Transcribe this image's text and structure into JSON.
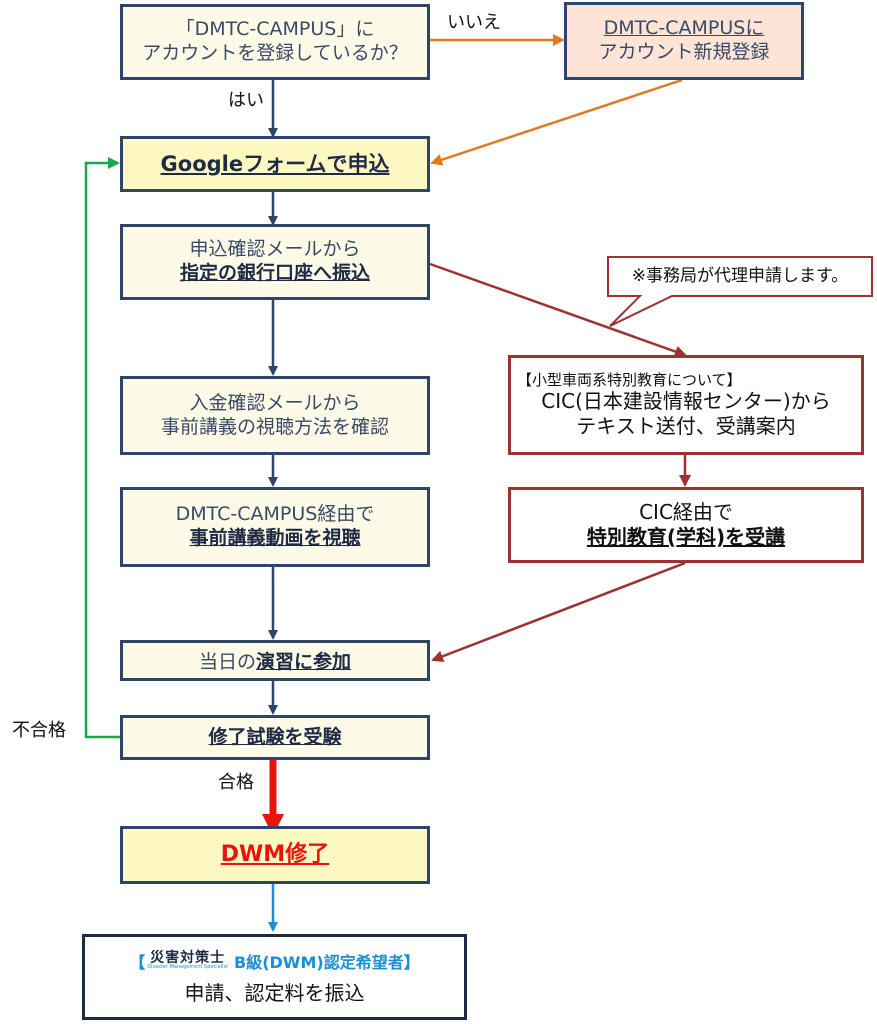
{
  "q1": {
    "line1": "「DMTC-CAMPUS」に",
    "line2": "アカウントを登録しているか？"
  },
  "register": {
    "line1": "DMTC-CAMPUSに",
    "line2": "アカウント新規登録"
  },
  "labels": {
    "no": "いいえ",
    "yes": "はい",
    "fail": "不合格",
    "pass": "合格"
  },
  "google": {
    "label": "Googleフォームで申込"
  },
  "pay": {
    "line1": "申込確認メールから",
    "line2": "指定の銀行口座へ振込"
  },
  "callout": {
    "text": "※事務局が代理申請します。"
  },
  "cic_info": {
    "line1": "【小型車両系特別教育について】",
    "line2": "CIC(日本建設情報センター)から",
    "line3": "テキスト送付、受講案内"
  },
  "confirm": {
    "line1": "入金確認メールから",
    "line2": "事前講義の視聴方法を確認"
  },
  "video": {
    "line1": "DMTC-CAMPUS経由で",
    "line2": "事前講義動画を視聴"
  },
  "cic_course": {
    "line1": "CIC経由で",
    "line2": "特別教育(学科)を受講"
  },
  "exercise": {
    "prefix": "当日の",
    "emph": "演習に参加"
  },
  "exam": {
    "label": "修了試験を受験"
  },
  "complete": {
    "label": "DWM修了"
  },
  "cert": {
    "logo_main": "災害対策士",
    "logo_sub": "Disaster Management Specialist",
    "heading_rest": "B級(DWM)認定希望者】",
    "heading_open": "【",
    "line2": "申請、認定料を振込"
  },
  "colors": {
    "navy": "#2e4569",
    "orange": "#e07a1f",
    "maroon": "#9c3232",
    "green": "#1aa64a",
    "red": "#e8140c",
    "blue": "#1b8fd6"
  }
}
